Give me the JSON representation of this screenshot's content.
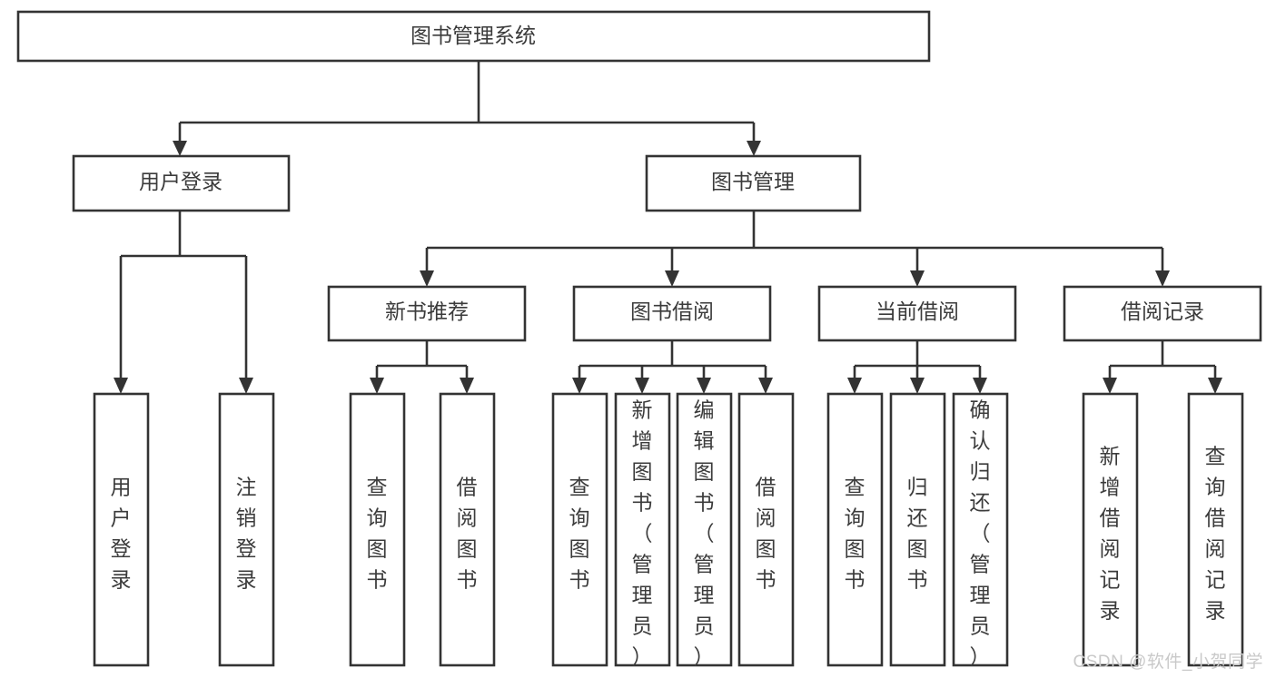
{
  "diagram": {
    "type": "tree-hierarchy",
    "title": "图书管理系统",
    "watermark": "CSDN @软件_小贺同学",
    "colors": {
      "stroke": "#333333",
      "fill": "#ffffff",
      "text": "#3b3b3b",
      "watermark": "#c9c9c9"
    },
    "levels": [
      {
        "level": 1,
        "nodes": [
          {
            "id": "root",
            "label": "图书管理系统",
            "orientation": "horizontal"
          }
        ]
      },
      {
        "level": 2,
        "nodes": [
          {
            "id": "login",
            "label": "用户登录",
            "orientation": "horizontal",
            "parent": "root"
          },
          {
            "id": "bookmgmt",
            "label": "图书管理",
            "orientation": "horizontal",
            "parent": "root"
          }
        ]
      },
      {
        "level": 3,
        "nodes": [
          {
            "id": "newbook",
            "label": "新书推荐",
            "orientation": "horizontal",
            "parent": "bookmgmt"
          },
          {
            "id": "borrow",
            "label": "图书借阅",
            "orientation": "horizontal",
            "parent": "bookmgmt"
          },
          {
            "id": "current",
            "label": "当前借阅",
            "orientation": "horizontal",
            "parent": "bookmgmt"
          },
          {
            "id": "records",
            "label": "借阅记录",
            "orientation": "horizontal",
            "parent": "bookmgmt"
          }
        ]
      },
      {
        "level": 4,
        "nodes": [
          {
            "id": "leaf1",
            "label": "用户登录",
            "orientation": "vertical",
            "parent": "login"
          },
          {
            "id": "leaf2",
            "label": "注销登录",
            "orientation": "vertical",
            "parent": "login"
          },
          {
            "id": "leaf3",
            "label": "查询图书",
            "orientation": "vertical",
            "parent": "newbook"
          },
          {
            "id": "leaf4",
            "label": "借阅图书",
            "orientation": "vertical",
            "parent": "newbook"
          },
          {
            "id": "leaf5",
            "label": "查询图书",
            "orientation": "vertical",
            "parent": "borrow"
          },
          {
            "id": "leaf6",
            "label": "新增图书（管理员）",
            "orientation": "vertical",
            "parent": "borrow"
          },
          {
            "id": "leaf7",
            "label": "编辑图书（管理员）",
            "orientation": "vertical",
            "parent": "borrow"
          },
          {
            "id": "leaf8",
            "label": "借阅图书",
            "orientation": "vertical",
            "parent": "borrow"
          },
          {
            "id": "leaf9",
            "label": "查询图书",
            "orientation": "vertical",
            "parent": "current"
          },
          {
            "id": "leaf10",
            "label": "归还图书",
            "orientation": "vertical",
            "parent": "current"
          },
          {
            "id": "leaf11",
            "label": "确认归还（管理员）",
            "orientation": "vertical",
            "parent": "current"
          },
          {
            "id": "leaf12",
            "label": "新增借阅记录",
            "orientation": "vertical",
            "parent": "records"
          },
          {
            "id": "leaf13",
            "label": "查询借阅记录",
            "orientation": "vertical",
            "parent": "records"
          }
        ]
      }
    ]
  }
}
